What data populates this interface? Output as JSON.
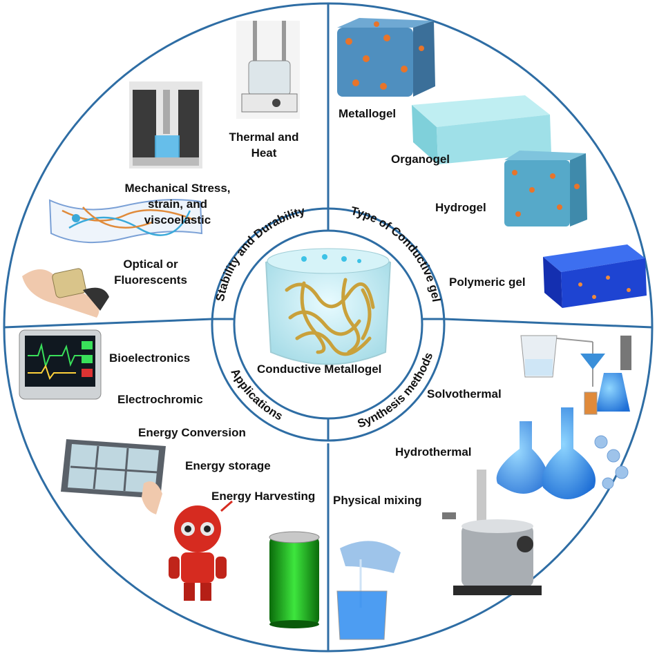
{
  "center": {
    "title": "Conductive Metallogel"
  },
  "ring": {
    "top_left": "Stability and Durability",
    "top_right": "Type of Conductive gel",
    "bottom_right": "Synthesis methods",
    "bottom_left": "Applications"
  },
  "quadrants": {
    "stability": {
      "thermal_line1": "Thermal and",
      "thermal_line2": "Heat",
      "mech_line1": "Mechanical Stress,",
      "mech_line2": "strain, and",
      "mech_line3": "viscoelastic",
      "optical_line1": "Optical or",
      "optical_line2": "Fluorescents"
    },
    "gel_types": {
      "metallogel": "Metallogel",
      "organogel": "Organogel",
      "hydrogel": "Hydrogel",
      "polymeric": "Polymeric gel"
    },
    "applications": {
      "bioelectronics": "Bioelectronics",
      "electrochromic": "Electrochromic",
      "energy_conversion": "Energy Conversion",
      "energy_storage": "Energy storage",
      "energy_harvesting": "Energy Harvesting"
    },
    "synthesis": {
      "solvothermal": "Solvothermal",
      "hydrothermal": "Hydrothermal",
      "physical_mixing": "Physical mixing"
    }
  },
  "colors": {
    "frame": "#2e6da4",
    "gel": "#bfe6ee",
    "fiber": "#c9a13b"
  }
}
